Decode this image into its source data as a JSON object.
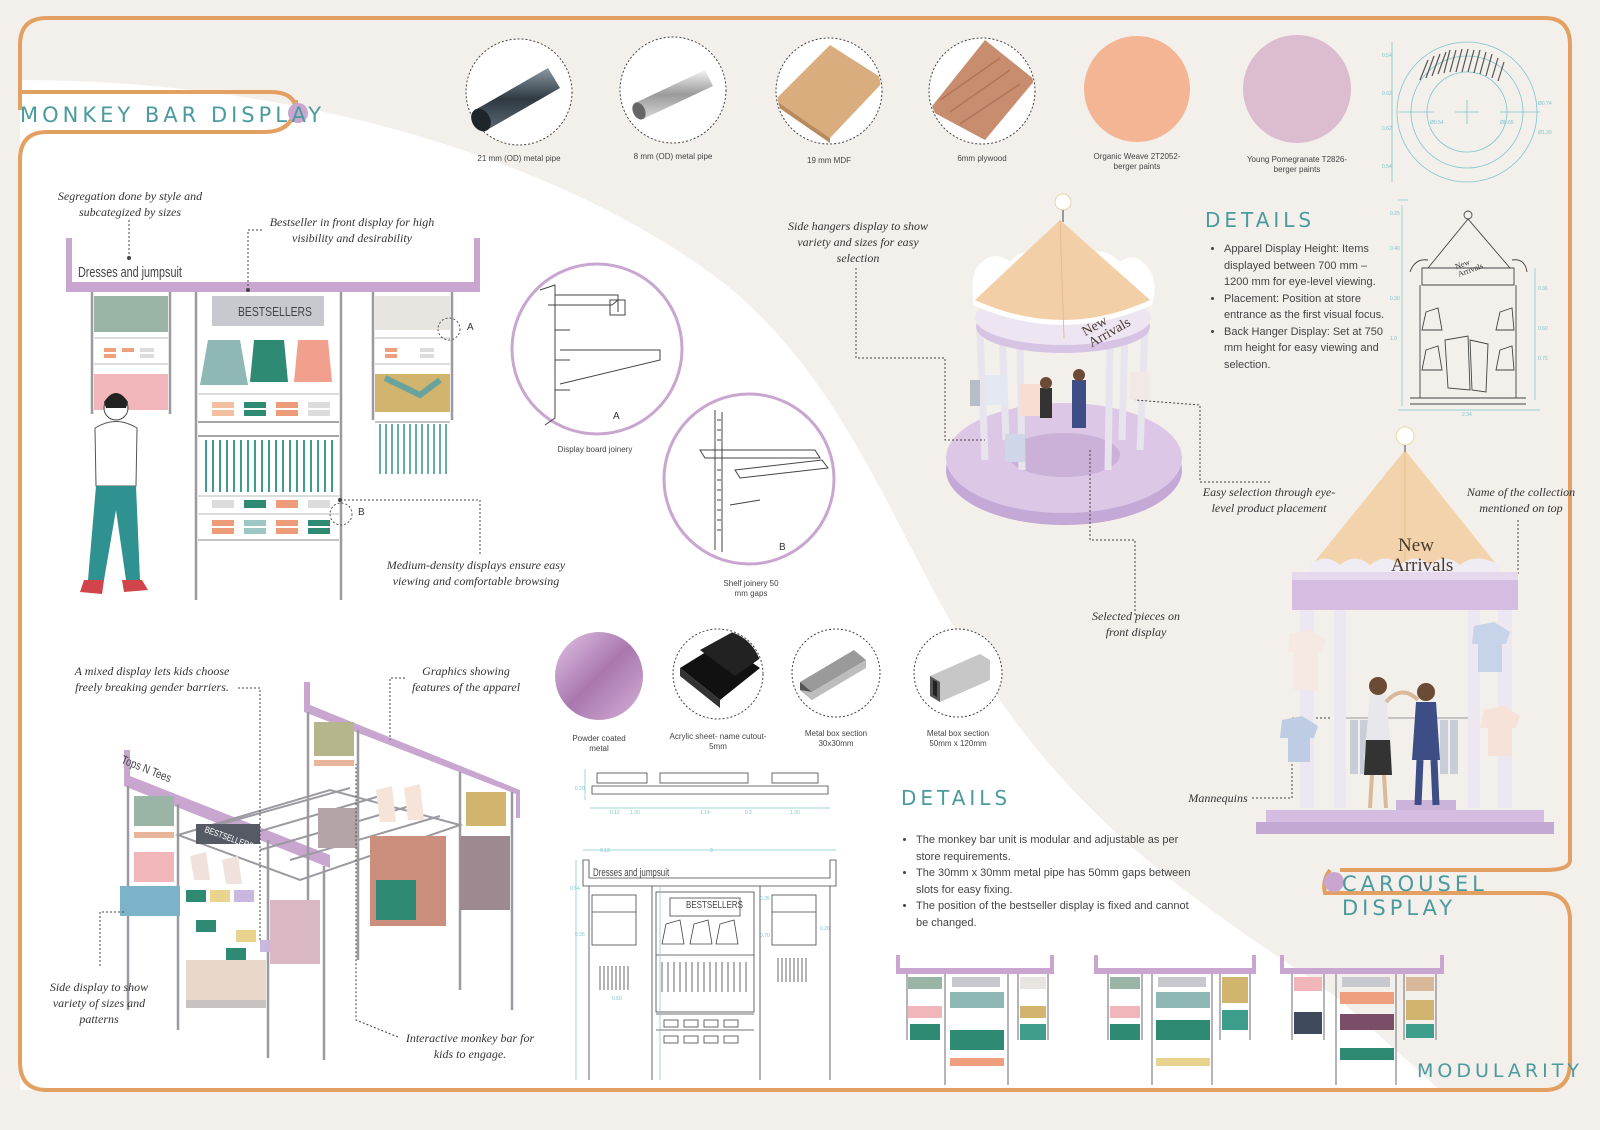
{
  "titles": {
    "monkey_bar": "MONKEY BAR DISPLAY",
    "carousel": "CAROUSEL DISPLAY",
    "modularity": "MODULARITY",
    "details_carousel": "DETAILS",
    "details_monkey": "DETAILS"
  },
  "materials_top": [
    {
      "label": "21 mm (OD) metal pipe",
      "icon": "metal-pipe-dark"
    },
    {
      "label": "8 mm (OD) metal pipe",
      "icon": "metal-pipe-silver"
    },
    {
      "label": "19 mm MDF",
      "icon": "mdf-board"
    },
    {
      "label": "6mm plywood",
      "icon": "plywood-board"
    },
    {
      "label": "Organic Weave 2T2052-berger paints",
      "icon": "paint-swatch-peach",
      "color": "#f4b594"
    },
    {
      "label": "Young Pomegranate T2826- berger paints",
      "icon": "paint-swatch-lilac",
      "color": "#dcbccf"
    }
  ],
  "materials_mid": [
    {
      "label": "Powder coated metal",
      "icon": "powder-coated-metal",
      "color": "#b98bbf"
    },
    {
      "label": "Acrylic sheet- name cutout- 5mm",
      "icon": "acrylic-sheet"
    },
    {
      "label": "Metal box section 30x30mm",
      "icon": "metal-box-square"
    },
    {
      "label": "Metal box section 50mm x 120mm",
      "icon": "metal-box-rect"
    }
  ],
  "annotations": {
    "segregation": "Segregation done by style and subcategized by sizes",
    "bestseller_front": "Bestseller in front display for high visibility and desirability",
    "medium_density": "Medium-density displays ensure easy viewing and comfortable browsing",
    "mixed_display": "A mixed display lets kids choose freely breaking gender barriers.",
    "graphics": "Graphics showing features of the apparel",
    "side_display": "Side display to show variety of sizes and patterns",
    "interactive": "Interactive monkey bar for kids to engage.",
    "side_hangers": "Side hangers display to show variety and sizes for easy selection",
    "easy_selection": "Easy selection through eye-level product placement",
    "collection_name": "Name of the collection mentioned on top",
    "selected_pieces": "Selected pieces on front display",
    "mannequins": "Mannequins"
  },
  "joinery": {
    "a_caption": "Display board joinery",
    "a_letter": "A",
    "b_caption": "Shelf joinery 50 mm gaps",
    "b_letter": "B"
  },
  "signs": {
    "dresses": "Dresses and jumpsuit",
    "bestsellers": "BESTSELLERS",
    "tops": "Tops N Tees",
    "new_arrivals_1": "New Arrivals",
    "new_arrivals_2": "New",
    "new_arrivals_3": "Arrivals",
    "marker_a": "A",
    "marker_b": "B"
  },
  "carousel_details": [
    "Apparel Display Height: Items displayed between 700 mm – 1200 mm for eye-level viewing.",
    "Placement: Position at store entrance as the first visual focus.",
    "Back Hanger Display: Set at 750 mm height for easy viewing and selection."
  ],
  "monkey_details": [
    "The monkey bar unit is modular and adjustable as per store requirements.",
    "The 30mm x 30mm metal pipe has 50mm gaps between slots for easy fixing.",
    "The position of the bestseller display is fixed and cannot be changed."
  ],
  "colors": {
    "frame_orange": "#e3a063",
    "title_teal": "#4a9a9e",
    "lilac": "#c9a6cf",
    "lilac_light": "#d9c2e0",
    "peach": "#f2c9a1",
    "bg": "#f3efeb"
  }
}
